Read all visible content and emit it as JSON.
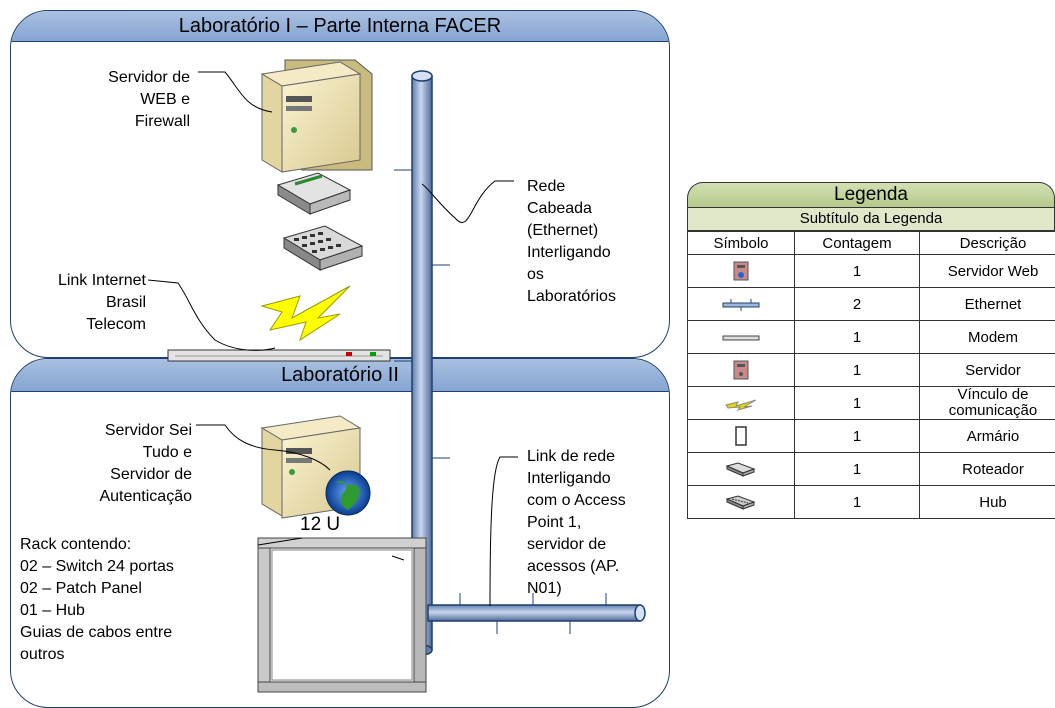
{
  "lab1": {
    "title": "Laboratório I – Parte Interna FACER",
    "server_label": [
      "Servidor de",
      "WEB e",
      "Firewall"
    ],
    "link_label": [
      "Link Internet",
      "Brasil",
      "Telecom"
    ]
  },
  "lab2": {
    "title": "Laboratório II",
    "server_label": [
      "Servidor Sei",
      "Tudo e",
      "Servidor de",
      "Autenticação"
    ],
    "rack_size": "12 U",
    "rack_label": [
      "Rack contendo:",
      "02 – Switch 24 portas",
      "02 – Patch Panel",
      "01 – Hub",
      "Guias de cabos entre",
      "outros"
    ]
  },
  "network_label": [
    "Rede",
    "Cabeada",
    "(Ethernet)",
    "Interligando",
    "os",
    "Laboratórios"
  ],
  "link_rede_label": [
    "Link de rede",
    "Interligando",
    "com o Access",
    "Point 1,",
    "servidor de",
    "acessos (AP.",
    "N01)"
  ],
  "legend": {
    "title": "Legenda",
    "subtitle": "Subtítulo da Legenda",
    "headers": [
      "Símbolo",
      "Contagem",
      "Descrição"
    ],
    "rows": [
      {
        "icon": "server-icon",
        "count": "1",
        "desc": "Servidor Web"
      },
      {
        "icon": "ethernet-icon",
        "count": "2",
        "desc": "Ethernet"
      },
      {
        "icon": "modem-icon",
        "count": "1",
        "desc": "Modem"
      },
      {
        "icon": "server-icon",
        "count": "1",
        "desc": "Servidor"
      },
      {
        "icon": "lightning-icon",
        "count": "1",
        "desc": "Vínculo de comunicação"
      },
      {
        "icon": "rack-icon",
        "count": "1",
        "desc": "Armário"
      },
      {
        "icon": "router-icon",
        "count": "1",
        "desc": "Roteador"
      },
      {
        "icon": "hub-icon",
        "count": "1",
        "desc": "Hub"
      }
    ]
  }
}
